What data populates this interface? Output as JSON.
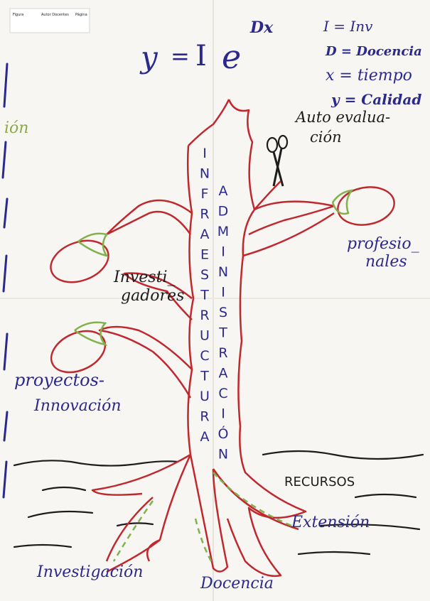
{
  "stamp": {
    "line1": "Figura",
    "line2": "Autor Docentes",
    "line3": "Página"
  },
  "formula": {
    "y": "y",
    "eq": "=",
    "I": "I",
    "e": "e",
    "exp": "Dx"
  },
  "legend": [
    "I = Inv",
    "D = Docencia",
    "x = tiempo",
    "y = Calidad"
  ],
  "edge_fragment": "ión",
  "top_label": [
    "Auto evalua-",
    "ción"
  ],
  "trunk_left": [
    "I",
    "N",
    "F",
    "R",
    "A",
    "E",
    "S",
    "T",
    "R",
    "U",
    "C",
    "T",
    "U",
    "R",
    "A"
  ],
  "trunk_right": [
    "A",
    "D",
    "M",
    "I",
    "N",
    "I",
    "S",
    "T",
    "R",
    "A",
    "C",
    "I",
    "Ó",
    "N"
  ],
  "fruit_labels": {
    "profesionales": [
      "profesio_",
      "nales"
    ],
    "investigadores": [
      "Investi_",
      "gadores"
    ],
    "proyectos": [
      "proyectos-",
      "Innovación"
    ]
  },
  "ground_labels": {
    "recursos": "RECURSOS",
    "extension": "Extensión",
    "investigacion": "Investigación",
    "docencia": "Docencia"
  },
  "colors": {
    "ink_blue": "#2b2a8c",
    "stem_red": "#c0282e",
    "leaf_green": "#7fb24a",
    "ink_black": "#1d1d1d",
    "paper": "#f7f6f2"
  }
}
